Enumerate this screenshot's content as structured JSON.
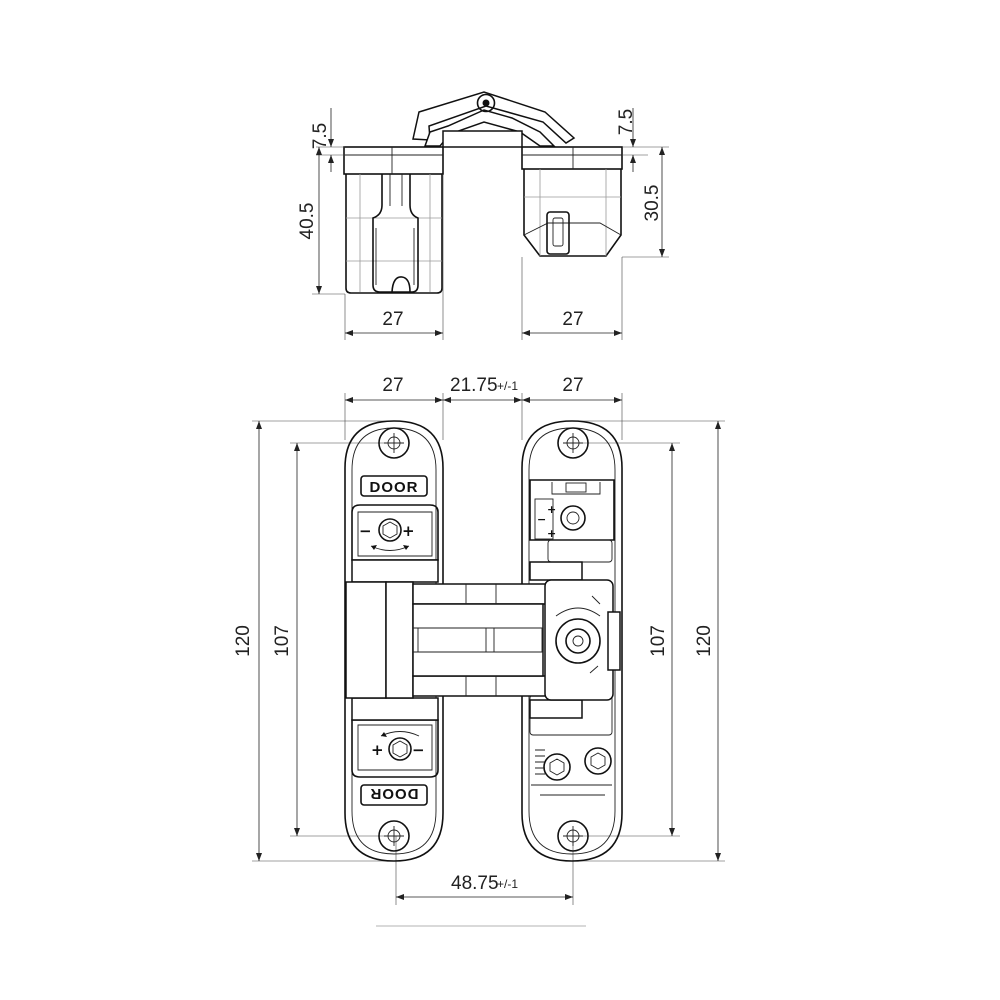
{
  "top_view": {
    "left_dims": {
      "height_small": "7.5",
      "height_total": "40.5",
      "width": "27"
    },
    "right_dims": {
      "height_small": "7.5",
      "height_total": "30.5",
      "width": "27"
    }
  },
  "front_view": {
    "top_dims": {
      "left_width": "27",
      "gap": "21.75",
      "gap_tol": "+/-1",
      "right_width": "27"
    },
    "left_dims": {
      "total_height": "120",
      "hole_spacing": "107"
    },
    "right_dims": {
      "hole_spacing": "107",
      "total_height": "120"
    },
    "bottom_dim": {
      "hole_distance": "48.75",
      "tol": "+/-1"
    },
    "label_top": "DOOR",
    "label_bottom": "DOOR"
  },
  "symbols": {
    "minus": "−",
    "plus": "+"
  },
  "colors": {
    "line": "#111111",
    "background": "#ffffff"
  }
}
